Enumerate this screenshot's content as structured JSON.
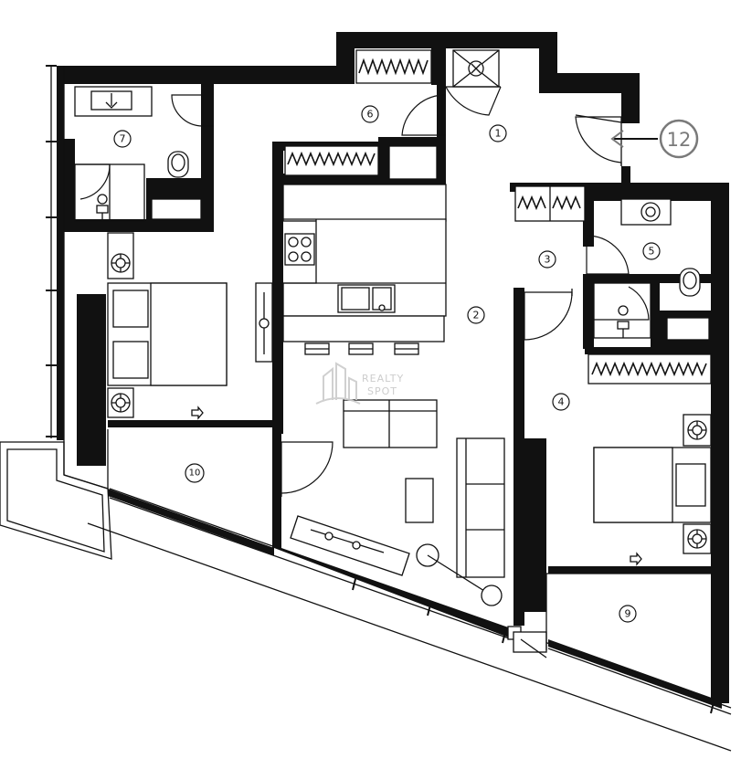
{
  "rooms": [
    {
      "id": "1",
      "label": "1"
    },
    {
      "id": "2",
      "label": "2"
    },
    {
      "id": "3",
      "label": "3"
    },
    {
      "id": "4",
      "label": "4"
    },
    {
      "id": "5",
      "label": "5"
    },
    {
      "id": "6",
      "label": "6"
    },
    {
      "id": "7",
      "label": "7"
    },
    {
      "id": "9",
      "label": "9"
    },
    {
      "id": "10",
      "label": "10"
    }
  ],
  "entrance": {
    "label": "12"
  },
  "watermark": {
    "line1": "REALTY",
    "line2": "SPOT"
  }
}
